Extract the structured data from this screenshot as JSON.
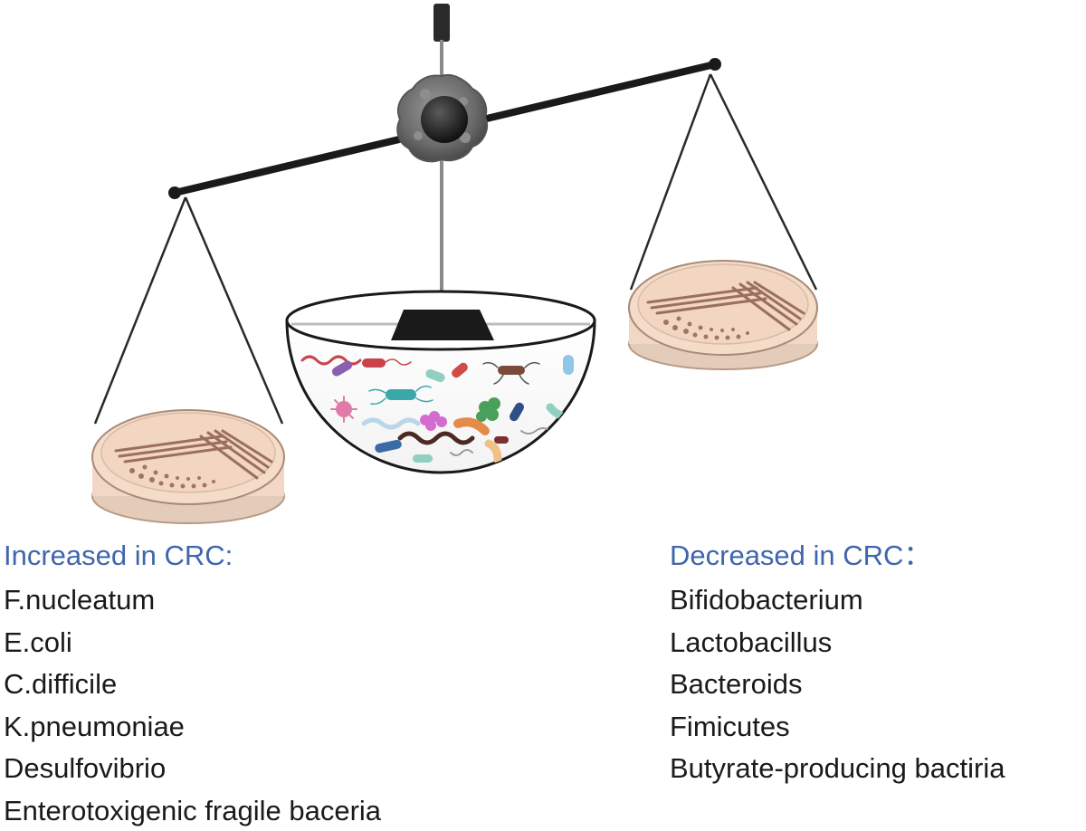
{
  "figure": {
    "increased": {
      "heading": "Increased in CRC:",
      "items": [
        "F.nucleatum",
        "E.coli",
        "C.difficile",
        "K.pneumoniae",
        "Desulfovibrio",
        "Enterotoxigenic fragile baceria"
      ]
    },
    "decreased": {
      "heading": "Decreased in CRC：",
      "items": [
        "Bifidobacterium",
        "Lactobacillus",
        "Bacteroids",
        "Fimicutes",
        "Butyrate-producing bactiria"
      ]
    }
  },
  "colors": {
    "heading": "#3f66ad",
    "body_text": "#1a1a1a",
    "agar": "#f2d8c4",
    "colony": "#8b5e4f",
    "beam": "#1a1a1a",
    "tumor": "#6f6f6f"
  },
  "icons": {
    "left_pan": "petri-dish-icon",
    "right_pan": "petri-dish-icon",
    "center_bowl": "microbiome-bowl-icon",
    "fulcrum": "tumor-cell-icon"
  }
}
